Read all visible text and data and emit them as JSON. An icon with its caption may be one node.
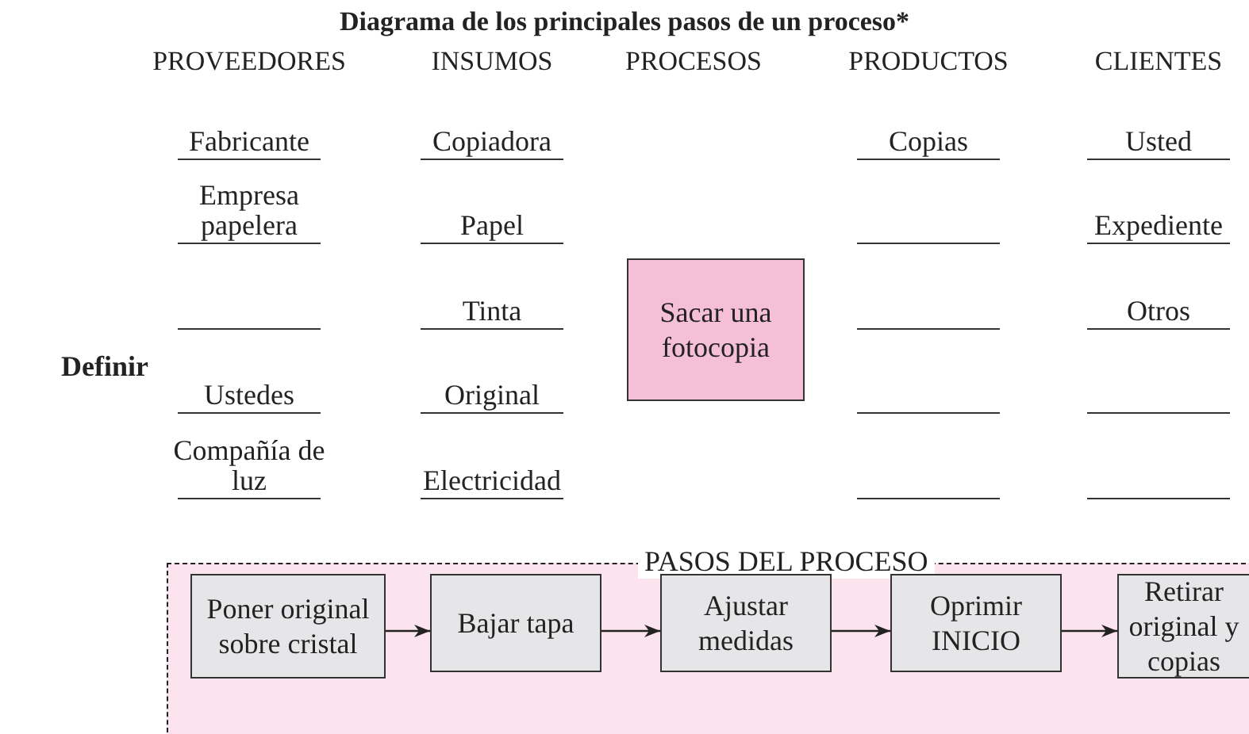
{
  "diagram": {
    "title": "Diagrama de los principales pasos de un proceso*",
    "nodes": [
      {
        "text": [
          "Sacar una fotocopia"
        ]
      },
      {
        "text": [
          "PASOS DEL PROCESO"
        ]
      },
      {
        "text": [
          "Poner original sobre cristal"
        ],
        "in": 1
      },
      {
        "text": [
          "Bajar tapa"
        ],
        "in": 1
      },
      {
        "text": [
          "Ajustar medidas"
        ],
        "in": 1
      },
      {
        "text": [
          "Oprimir INICIO"
        ],
        "in": 1
      },
      {
        "text": [
          "Retirar original y copias"
        ],
        "in": 1
      }
    ],
    "edges": [
      {
        "from": 2,
        "to": 3,
        "arrow": "to"
      },
      {
        "from": 3,
        "to": 4,
        "arrow": "to"
      },
      {
        "from": 4,
        "to": 5,
        "arrow": "to"
      },
      {
        "from": 5,
        "to": 6,
        "arrow": "to"
      }
    ],
    "labels": [
      "PROVEEDORES",
      "INSUMOS",
      "PROCESOS",
      "PRODUCTOS",
      "CLIENTES",
      "Fabricante",
      "Copiadora",
      "Copias",
      "Usted",
      "Empresa papelera",
      "Papel",
      "Expediente",
      "Tinta",
      "Otros",
      "Definir",
      "Ustedes",
      "Original",
      "Compañía de luz",
      "Electricidad"
    ]
  }
}
